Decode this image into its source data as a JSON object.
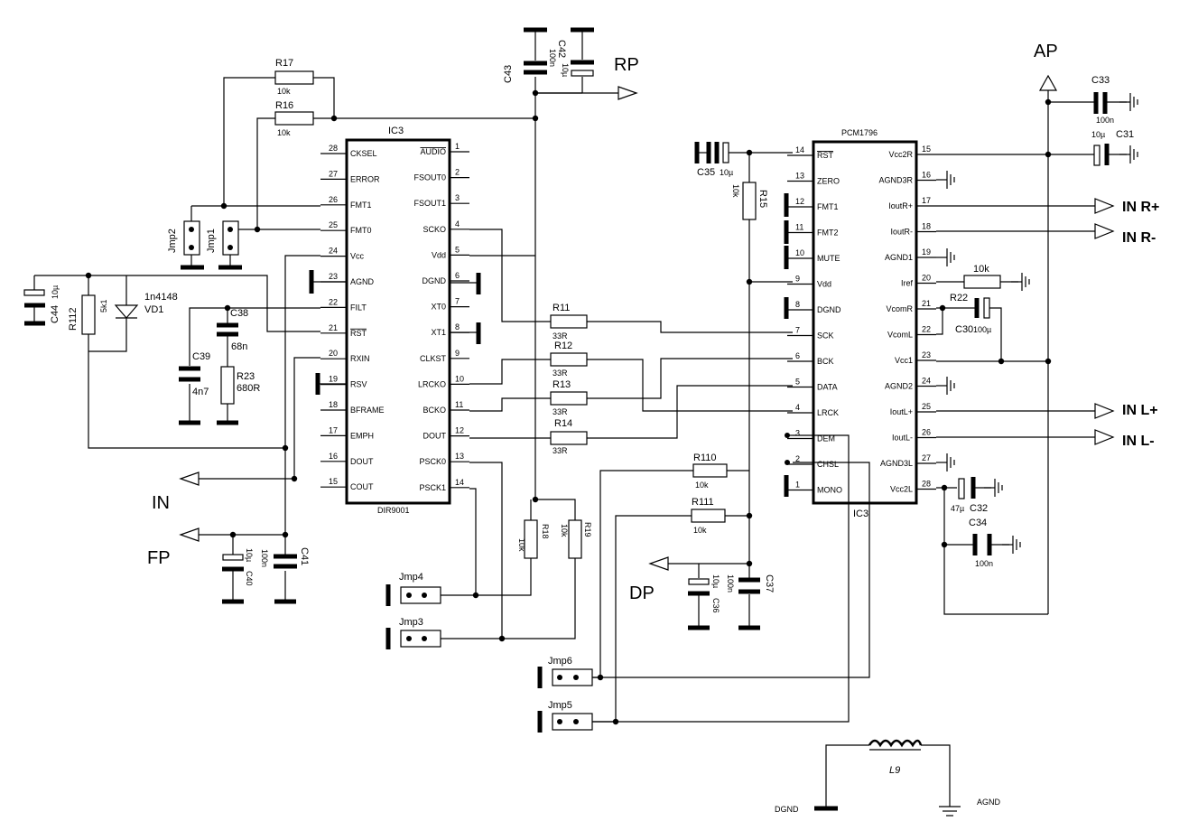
{
  "ic_dir": {
    "designator": "IC3",
    "part": "DIR9001",
    "left": [
      {
        "num": "28",
        "name": "CKSEL"
      },
      {
        "num": "27",
        "name": "ERROR"
      },
      {
        "num": "26",
        "name": "FMT1"
      },
      {
        "num": "25",
        "name": "FMT0"
      },
      {
        "num": "24",
        "name": "Vcc"
      },
      {
        "num": "23",
        "name": "AGND"
      },
      {
        "num": "22",
        "name": "FILT"
      },
      {
        "num": "21",
        "name": "RST"
      },
      {
        "num": "20",
        "name": "RXIN"
      },
      {
        "num": "19",
        "name": "RSV"
      },
      {
        "num": "18",
        "name": "BFRAME"
      },
      {
        "num": "17",
        "name": "EMPH"
      },
      {
        "num": "16",
        "name": "DOUT"
      },
      {
        "num": "15",
        "name": "COUT"
      }
    ],
    "right": [
      {
        "num": "1",
        "name": "AUDIO"
      },
      {
        "num": "2",
        "name": "FSOUT0"
      },
      {
        "num": "3",
        "name": "FSOUT1"
      },
      {
        "num": "4",
        "name": "SCKO"
      },
      {
        "num": "5",
        "name": "Vdd"
      },
      {
        "num": "6",
        "name": "DGND"
      },
      {
        "num": "7",
        "name": "XT0"
      },
      {
        "num": "8",
        "name": "XT1"
      },
      {
        "num": "9",
        "name": "CLKST"
      },
      {
        "num": "10",
        "name": "LRCKO"
      },
      {
        "num": "11",
        "name": "BCKO"
      },
      {
        "num": "12",
        "name": "DOUT"
      },
      {
        "num": "13",
        "name": "PSCK0"
      },
      {
        "num": "14",
        "name": "PSCK1"
      }
    ]
  },
  "ic_pcm": {
    "designator": "IC3",
    "part": "PCM1796",
    "left": [
      {
        "num": "14",
        "name": "RST"
      },
      {
        "num": "13",
        "name": "ZERO"
      },
      {
        "num": "12",
        "name": "FMT1"
      },
      {
        "num": "11",
        "name": "FMT2"
      },
      {
        "num": "10",
        "name": "MUTE"
      },
      {
        "num": "9",
        "name": "Vdd"
      },
      {
        "num": "8",
        "name": "DGND"
      },
      {
        "num": "7",
        "name": "SCK"
      },
      {
        "num": "6",
        "name": "BCK"
      },
      {
        "num": "5",
        "name": "DATA"
      },
      {
        "num": "4",
        "name": "LRCK"
      },
      {
        "num": "3",
        "name": "DEM"
      },
      {
        "num": "2",
        "name": "CHSL"
      },
      {
        "num": "1",
        "name": "MONO"
      }
    ],
    "right": [
      {
        "num": "15",
        "name": "Vcc2R"
      },
      {
        "num": "16",
        "name": "AGND3R"
      },
      {
        "num": "17",
        "name": "IoutR+"
      },
      {
        "num": "18",
        "name": "IoutR-"
      },
      {
        "num": "19",
        "name": "AGND1"
      },
      {
        "num": "20",
        "name": "Iref"
      },
      {
        "num": "21",
        "name": "VcomR"
      },
      {
        "num": "22",
        "name": "VcomL"
      },
      {
        "num": "23",
        "name": "Vcc1"
      },
      {
        "num": "24",
        "name": "AGND2"
      },
      {
        "num": "25",
        "name": "IoutL+"
      },
      {
        "num": "26",
        "name": "IoutL-"
      },
      {
        "num": "27",
        "name": "AGND3L"
      },
      {
        "num": "28",
        "name": "Vcc2L"
      }
    ]
  },
  "resistors": {
    "r17": {
      "ref": "R17",
      "value": "10k"
    },
    "r16": {
      "ref": "R16",
      "value": "10k"
    },
    "r112": {
      "ref": "R112",
      "value": "5k1"
    },
    "r23": {
      "ref": "R23",
      "value": "680R"
    },
    "r11": {
      "ref": "R11",
      "value": "33R"
    },
    "r12": {
      "ref": "R12",
      "value": "33R"
    },
    "r13": {
      "ref": "R13",
      "value": "33R"
    },
    "r14": {
      "ref": "R14",
      "value": "33R"
    },
    "r18": {
      "ref": "R18",
      "value": "10k"
    },
    "r19": {
      "ref": "R19",
      "value": "10k"
    },
    "r110": {
      "ref": "R110",
      "value": "10k"
    },
    "r111": {
      "ref": "R111",
      "value": "10k"
    },
    "r15": {
      "ref": "R15",
      "value": "10k"
    },
    "r22": {
      "ref": "R22",
      "value": "10k"
    }
  },
  "capacitors": {
    "c43": {
      "ref": "C43",
      "value": "100n"
    },
    "c42": {
      "ref": "C42",
      "value": "10µ"
    },
    "c44": {
      "ref": "C44",
      "value": "10µ"
    },
    "c38": {
      "ref": "C38",
      "value": "68n"
    },
    "c39": {
      "ref": "C39",
      "value": "4n7"
    },
    "c40": {
      "ref": "C40",
      "value": "10µ"
    },
    "c41": {
      "ref": "C41",
      "value": "100n"
    },
    "c35": {
      "ref": "C35",
      "value": "10µ"
    },
    "c36": {
      "ref": "C36",
      "value": "10µ"
    },
    "c37": {
      "ref": "C37",
      "value": "100n"
    },
    "c33": {
      "ref": "C33",
      "value": "100n"
    },
    "c31": {
      "ref": "C31",
      "value": "10µ"
    },
    "c30": {
      "ref": "C30",
      "value": "100µ"
    },
    "c32": {
      "ref": "C32",
      "value": "47µ"
    },
    "c34": {
      "ref": "C34",
      "value": "100n"
    }
  },
  "diode": {
    "ref": "VD1",
    "value": "1n4148"
  },
  "jumpers": {
    "jmp1": "Jmp1",
    "jmp2": "Jmp2",
    "jmp3": "Jmp3",
    "jmp4": "Jmp4",
    "jmp5": "Jmp5",
    "jmp6": "Jmp6"
  },
  "inductor": {
    "ref": "L9",
    "left_label": "DGND",
    "right_label": "AGND"
  },
  "ports": {
    "rp": "RP",
    "ap": "AP",
    "in": "IN",
    "fp": "FP",
    "dp": "DP",
    "in_r_plus": "IN  R+",
    "in_r_minus": "IN  R-",
    "in_l_plus": "IN  L+",
    "in_l_minus": "IN  L-"
  }
}
